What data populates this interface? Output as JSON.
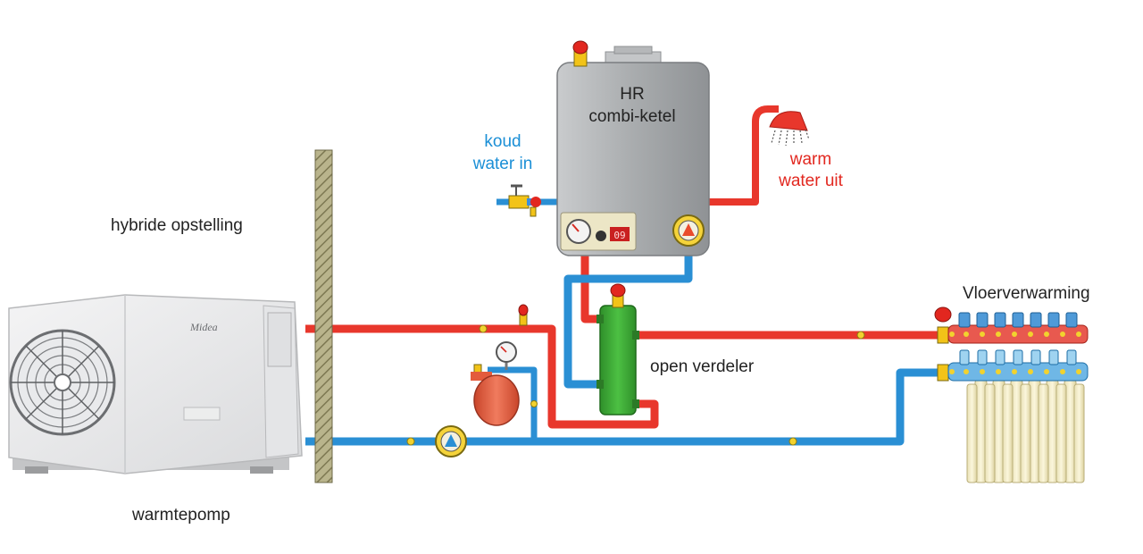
{
  "labels": {
    "hybrid_setup": "hybride opstelling",
    "heat_pump": "warmtepomp",
    "boiler_line1": "HR",
    "boiler_line2": "combi-ketel",
    "cold_in_line1": "koud",
    "cold_in_line2": "water in",
    "warm_out_line1": "warm",
    "warm_out_line2": "water uit",
    "open_distributor": "open verdeler",
    "floor_heating": "Vloerverwarming",
    "heatpump_brand": "Midea",
    "boiler_display": "09"
  },
  "colors": {
    "supply_pipe": "#e8372c",
    "return_pipe": "#2a8fd4",
    "cold_label": "#1b8fd6",
    "warm_label": "#e2271f",
    "boiler_body": "#a9acae",
    "distributor": "#3aa832",
    "expansion_vessel": "#e45b3c",
    "valve": "#f2c318",
    "wall": "#a8a27a"
  },
  "icons": [
    "shower-icon",
    "pump-icon",
    "pressure-gauge-icon",
    "air-vent-icon",
    "tap-valve-icon",
    "fan-icon"
  ]
}
